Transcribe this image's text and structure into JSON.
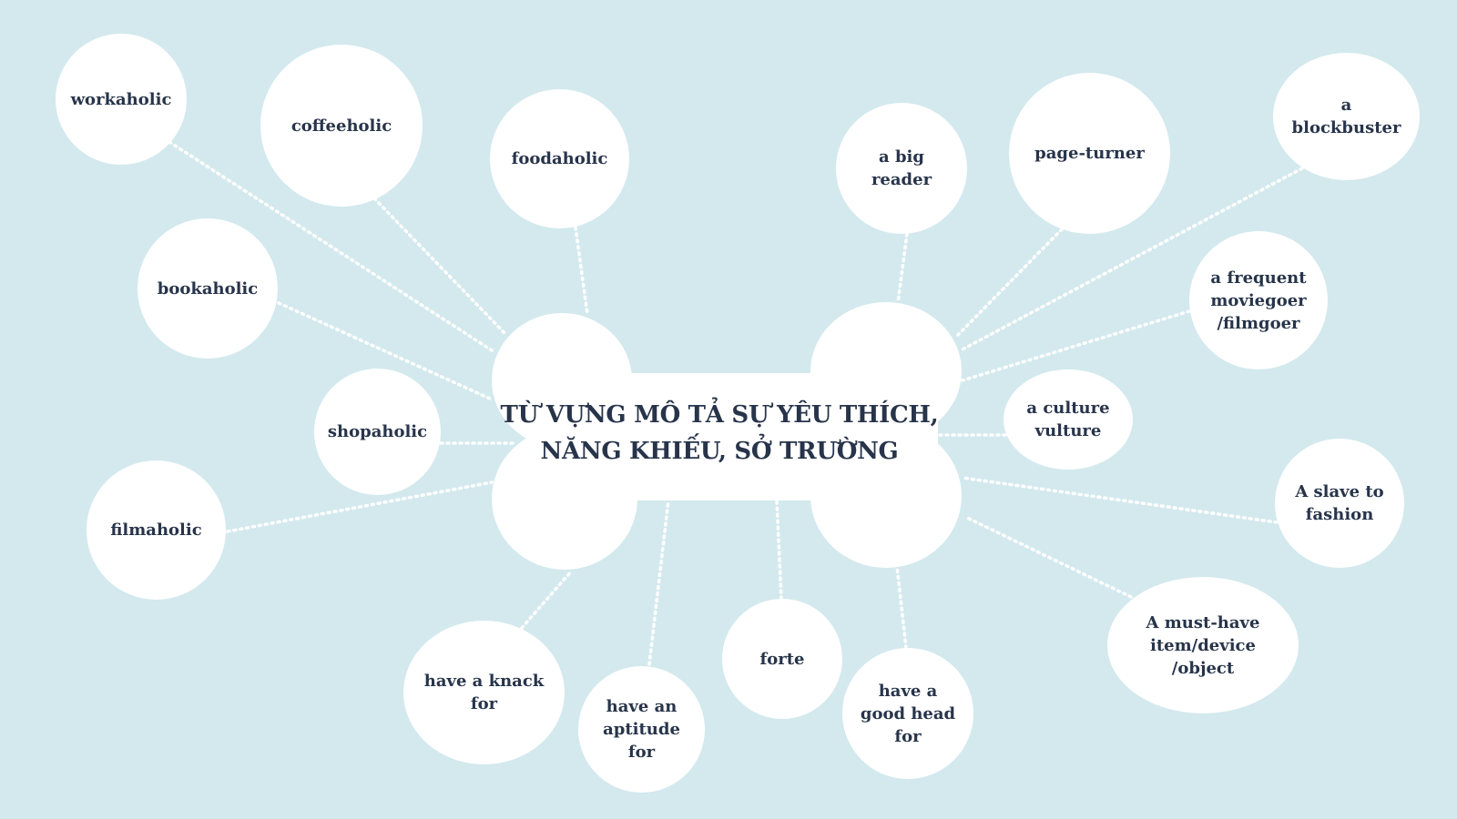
{
  "center": {
    "title_line1": "TỪ VỰNG MÔ TẢ SỰ YÊU THÍCH,",
    "title_line2": "NĂNG KHIẾU, SỞ TRƯỜNG"
  },
  "nodes": [
    {
      "label": "workaholic"
    },
    {
      "label": "coffeeholic"
    },
    {
      "label": "foodaholic"
    },
    {
      "label": "bookaholic"
    },
    {
      "label": "shopaholic"
    },
    {
      "label": "filmaholic"
    },
    {
      "label": "have a knack\nfor"
    },
    {
      "label": "have an\naptitude\nfor"
    },
    {
      "label": "forte"
    },
    {
      "label": "have a\ngood head\nfor"
    },
    {
      "label": "a big\nreader"
    },
    {
      "label": "page-turner"
    },
    {
      "label": "a\nblockbuster"
    },
    {
      "label": "a frequent\nmoviegoer\n/filmgoer"
    },
    {
      "label": "a culture\nvulture"
    },
    {
      "label": "A slave to\nfashion"
    },
    {
      "label": "A must-have\nitem/device\n/object"
    }
  ],
  "colors": {
    "background": "#d3e9ee",
    "shape": "#ffffff",
    "text": "#27344a"
  }
}
